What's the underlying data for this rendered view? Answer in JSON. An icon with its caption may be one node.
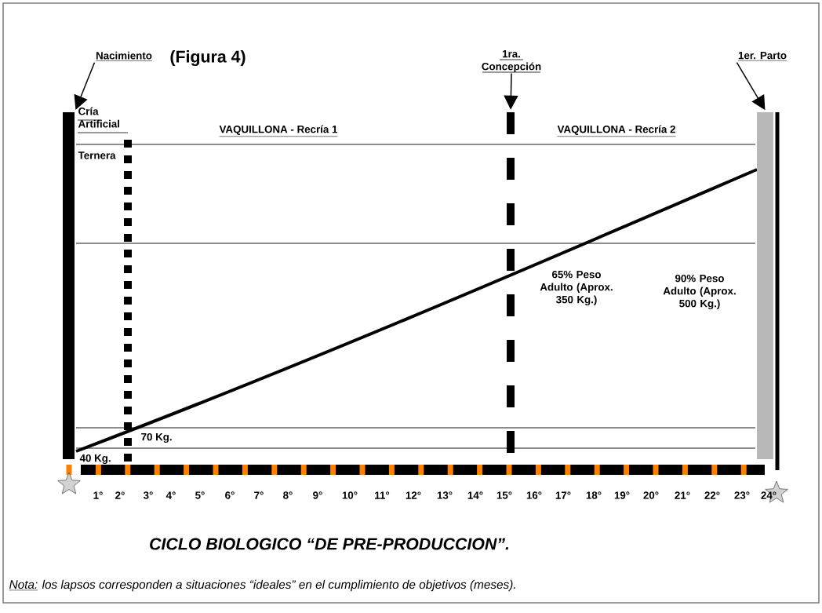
{
  "diagram": {
    "title": "(Figura 4)",
    "caption": "CICLO BIOLOGICO “DE PRE-PRODUCCION”.",
    "nodes": [
      {
        "text": [
          "Nacimiento"
        ]
      },
      {
        "text": [],
        "shape": "bar"
      },
      {
        "text": [
          "1ra. Concepción"
        ]
      },
      {
        "text": [],
        "shape": "bar"
      },
      {
        "text": [
          "1er. Parto"
        ]
      },
      {
        "text": [],
        "shape": "bar"
      }
    ],
    "edges": [
      {
        "from": 0,
        "to": 1,
        "arrow": "to"
      },
      {
        "from": 2,
        "to": 3,
        "arrow": "to"
      },
      {
        "from": 4,
        "to": 5,
        "arrow": "to"
      }
    ],
    "labels": [
      "Cría Artificial",
      "VAQUILLONA - Recría 1",
      "VAQUILLONA - Recría 2",
      "Ternera",
      "65% Peso Adulto (Aprox. 350 Kg.)",
      "90% Peso Adulto (Aprox. 500 Kg.)",
      "70 Kg.",
      "40 Kg.",
      "1°",
      "2°",
      "3°",
      "4°",
      "5°",
      "6°",
      "7°",
      "8°",
      "9°",
      "10°",
      "11°",
      "12°",
      "13°",
      "14°",
      "15°",
      "16°",
      "17°",
      "18°",
      "19°",
      "20°",
      "21°",
      "22°",
      "23°",
      "24°",
      "Nota:",
      "los lapsos corresponden a situaciones “ideales”  en el cumplimiento de objetivos (meses)."
    ]
  }
}
